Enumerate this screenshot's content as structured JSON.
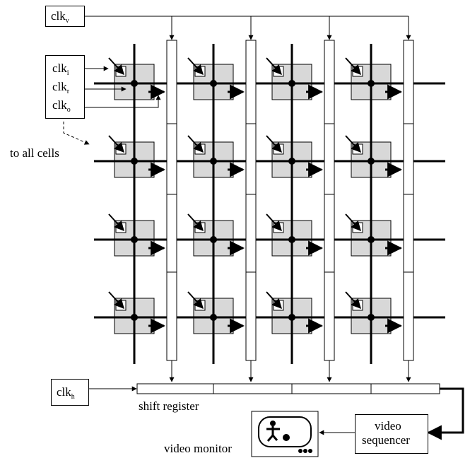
{
  "clocks": {
    "vertical": {
      "base": "clk",
      "sub": "v"
    },
    "input": {
      "base": "clk",
      "sub": "i"
    },
    "reset": {
      "base": "clk",
      "sub": "r"
    },
    "output": {
      "base": "clk",
      "sub": "o"
    },
    "horizontal": {
      "base": "clk",
      "sub": "h"
    }
  },
  "labels": {
    "to_all_cells": "to all cells",
    "shift_register": "shift register",
    "video_sequencer_line1": "video",
    "video_sequencer_line2": "sequencer",
    "video_monitor": "video monitor"
  },
  "grid": {
    "rows": 4,
    "cols": 4
  }
}
